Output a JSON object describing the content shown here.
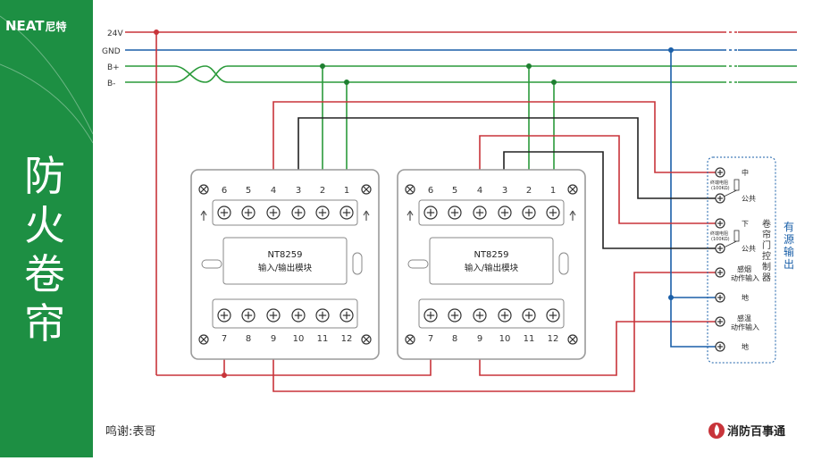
{
  "brand": {
    "logo_text": "NEAT",
    "logo_cn": "尼特"
  },
  "sidebar": {
    "title_chars": [
      "防",
      "火",
      "卷",
      "帘"
    ]
  },
  "bus": {
    "labels": [
      "24V",
      "GND",
      "B+",
      "B-"
    ]
  },
  "modules": [
    {
      "name": "NT8259",
      "subtitle": "输入/输出模块",
      "top_terms": [
        "6",
        "5",
        "4",
        "3",
        "2",
        "1"
      ],
      "bottom_terms": [
        "7",
        "8",
        "9",
        "10",
        "11",
        "12"
      ]
    },
    {
      "name": "NT8259",
      "subtitle": "输入/输出模块",
      "top_terms": [
        "6",
        "5",
        "4",
        "3",
        "2",
        "1"
      ],
      "bottom_terms": [
        "7",
        "8",
        "9",
        "10",
        "11",
        "12"
      ]
    }
  ],
  "controller": {
    "title": "卷帘门控制器",
    "outer_label": "有源输出",
    "terminals": [
      {
        "label": "中",
        "resistor": [
          "终端电阻",
          "(100KΩ)"
        ]
      },
      {
        "label": "公共"
      },
      {
        "label": "下",
        "resistor": [
          "终端电阻",
          "(100KΩ)"
        ]
      },
      {
        "label": "公共"
      },
      {
        "label": "感烟\n动作输入"
      },
      {
        "label": "地"
      },
      {
        "label": "感温\n动作输入"
      },
      {
        "label": "地"
      }
    ]
  },
  "footer": {
    "credit": "鸣谢:表哥",
    "brand_name": "消防百事通"
  },
  "colors": {
    "red": "#c8343a",
    "blue": "#1a5fa8",
    "green": "#2a9a3a",
    "black": "#222222",
    "sidebar": "#1d8f43"
  }
}
